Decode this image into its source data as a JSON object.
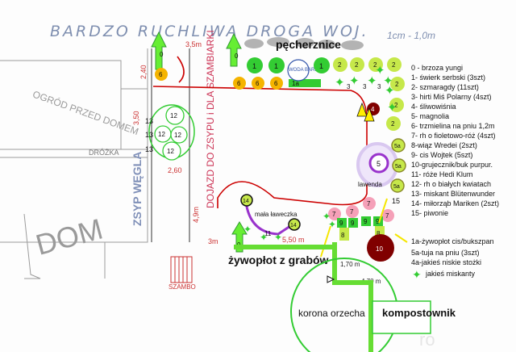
{
  "header": {
    "title": "BARDZO RUCHLIWA DROGA WOJ.",
    "scale": "1cm - 1,0m"
  },
  "areas": {
    "ogrod": "OGRÓD PRZED DOMEM",
    "drozka": "DRÓŻKA",
    "dom": "DOM",
    "zsyp": "ZSYP WĘGLA",
    "dojazd": "DOJAZD DO ZSYPU i DLA SZAMBIARKI",
    "szambo": "SZAMBO",
    "lawenda": "lawenda",
    "laweczka": "mała ławeczka",
    "pecherznice": "pęcherznice",
    "woda": "WODA BARD",
    "zywoplot": "żywopłot z grabów",
    "korona": "korona orzecha",
    "kompostownik": "kompostownik"
  },
  "dims": {
    "d1": "3,5m",
    "d2": "2,40",
    "d3": "3,50",
    "d4": "2,60",
    "d5": "4,9m",
    "d6": "3m",
    "d7": "5,50 m",
    "d8": "1,70 m",
    "d9": "4,70 m"
  },
  "legend": [
    "0 - brzoza yungi",
    "1- świerk serbski (3szt)",
    "2- szmaragdy (11szt)",
    "3- hirti Miś Polarny (4szt)",
    "4- śliwowiśnia",
    "5- magnolia",
    "6- trzmielina na pniu 1,2m",
    "7- rh o fioletowo-róż (4szt)",
    "8-wiąz Wredei (2szt)",
    "9- cis Wojtek (5szt)",
    "10-grujecznik/buk purpur.",
    "11- róże Hedi Klum",
    "12- rh o białych kwiatach",
    "13- miskant Blütenwunder",
    "14- miłorząb Mariken (2szt)",
    "15- piwonie"
  ],
  "legend2": [
    "1a-żywopłot cis/bukszpan",
    "5a-tuja na pniu (3szt)",
    "4a-jakieś niskie stożki",
    "jakieś miskanty"
  ],
  "plants": {
    "p0": "0",
    "p1": "1",
    "p1a": "1a",
    "p2": "2",
    "p3": "3",
    "p4": "4",
    "p4a": "4a",
    "p5": "5",
    "p5a": "5a",
    "p6": "6",
    "p7": "7",
    "p8": "8",
    "p9": "9",
    "p10": "10",
    "p11": "11",
    "p12": "12",
    "p13": "13",
    "p14": "14",
    "p15": "15"
  },
  "colors": {
    "green": "#33cc33",
    "yellowgreen": "#c6e84a",
    "red": "#cc0000",
    "purple": "#9933cc",
    "lilac": "#d9c8f0",
    "pink": "#f5a0b8",
    "maroon": "#800000",
    "orange": "#f5b400",
    "grey": "#9a9a9a"
  }
}
